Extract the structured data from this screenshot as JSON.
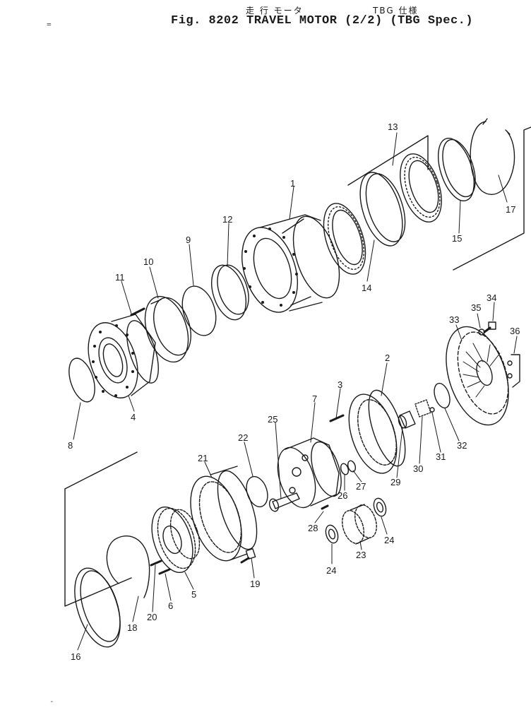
{
  "header": {
    "jp_title": "走 行  モータ",
    "jp_spec": "TBG 仕様",
    "fig_title": "Fig. 8202  TRAVEL MOTOR (2/2) (TBG Spec.)"
  },
  "margin_marks": {
    "top_left": "=",
    "bottom_left": "-"
  },
  "part_labels": [
    "1",
    "2",
    "3",
    "4",
    "5",
    "6",
    "7",
    "8",
    "9",
    "10",
    "11",
    "12",
    "13",
    "14",
    "15",
    "16",
    "17",
    "18",
    "19",
    "20",
    "21",
    "22",
    "23",
    "24",
    "24",
    "25",
    "26",
    "27",
    "28",
    "29",
    "30",
    "31",
    "32",
    "33",
    "34",
    "35",
    "36"
  ]
}
